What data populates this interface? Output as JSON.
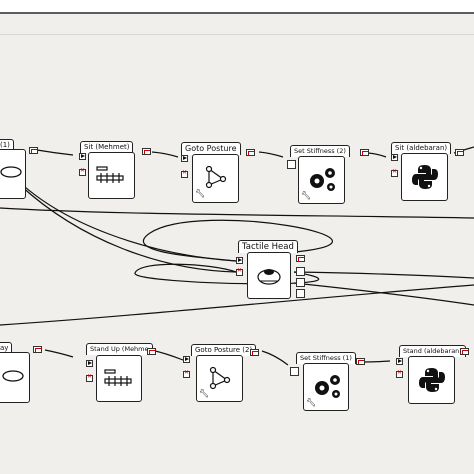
{
  "boxes": {
    "left_top": {
      "label": "(1)"
    },
    "sit_mehmet": {
      "label": "Sit (Mehmet)"
    },
    "goto_posture_top": {
      "label": "Goto Posture"
    },
    "set_stiffness_2": {
      "label": "Set Stiffness (2)"
    },
    "sit_aldebaran": {
      "label": "Sit (aldebaran)"
    },
    "tactile_head": {
      "label": "Tactile Head"
    },
    "left_bottom": {
      "label": "ay"
    },
    "stand_up_mehmet": {
      "label": "Stand Up (Mehme"
    },
    "goto_posture_2": {
      "label": "Goto Posture (2)"
    },
    "set_stiffness_1": {
      "label": "Set Stiffness (1)"
    },
    "stand_aldebaran": {
      "label": "Stand (aldebaran)"
    }
  },
  "icons": [
    "wave-icon",
    "sit-icon",
    "posture-graph-icon",
    "gear-icon",
    "python-icon",
    "head-icon",
    "stand-icon"
  ]
}
